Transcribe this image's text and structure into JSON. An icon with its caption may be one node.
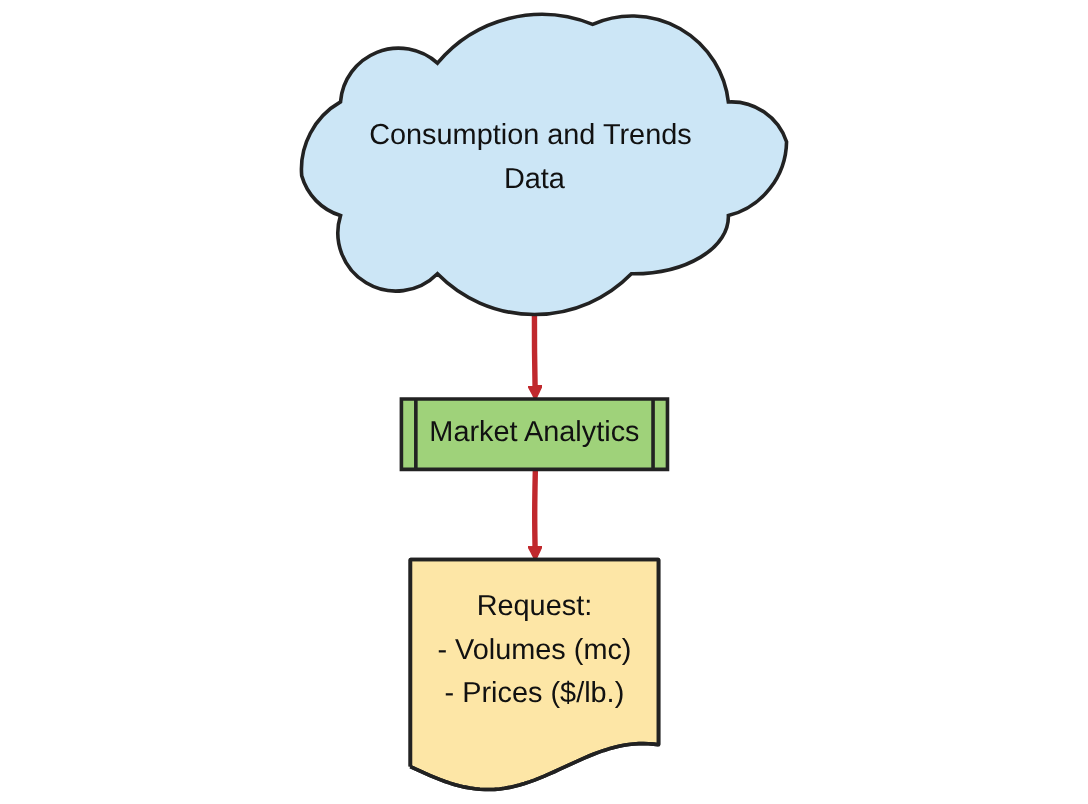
{
  "diagram": {
    "nodes": [
      {
        "text": [
          "Consumption and Trends Data"
        ]
      },
      {
        "text": [
          "Market Analytics"
        ]
      },
      {
        "text": [
          "Request:",
          "- Volumes (mc)",
          "- Prices ($/lb.)"
        ]
      }
    ],
    "edges": [
      {
        "from": 0,
        "to": 1,
        "arrow": "to",
        "color": "#c0282d"
      },
      {
        "from": 1,
        "to": 2,
        "arrow": "to",
        "color": "#c0282d"
      }
    ]
  }
}
